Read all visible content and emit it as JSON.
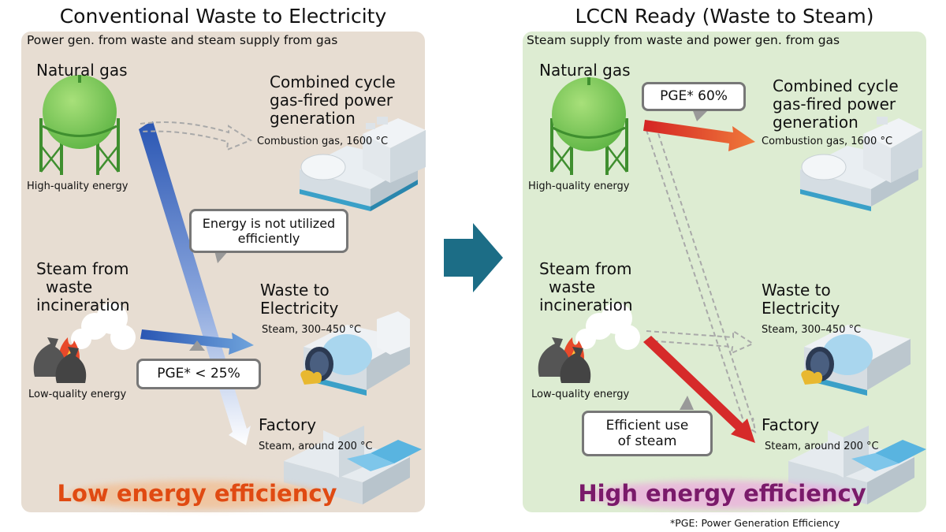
{
  "left": {
    "title": "Conventional Waste to Electricity",
    "subtitle": "Power gen. from waste and steam supply from gas",
    "natural_gas": "Natural gas",
    "high_quality": "High-quality energy",
    "ccgt_line1": "Combined cycle",
    "ccgt_line2": "gas-fired power",
    "ccgt_line3": "generation",
    "combustion_gas": "Combustion gas, 1600 °C",
    "callout_line1": "Energy is not utilized",
    "callout_line2": "efficiently",
    "steam_line1": "Steam from",
    "steam_line2": "waste",
    "steam_line3": "incineration",
    "low_quality": "Low-quality energy",
    "wte_line1": "Waste to",
    "wte_line2": "Electricity",
    "steam_temp": "Steam, 300–450 °C",
    "pge": "PGE* < 25%",
    "factory": "Factory",
    "factory_steam": "Steam, around 200 °C",
    "result": "Low energy efficiency"
  },
  "right": {
    "title": "LCCN Ready (Waste to Steam)",
    "subtitle": "Steam supply from waste and power gen. from gas",
    "natural_gas": "Natural gas",
    "pge": "PGE* 60%",
    "high_quality": "High-quality energy",
    "ccgt_line1": "Combined cycle",
    "ccgt_line2": "gas-fired power",
    "ccgt_line3": "generation",
    "combustion_gas": "Combustion gas, 1600 °C",
    "steam_line1": "Steam from",
    "steam_line2": "waste",
    "steam_line3": "incineration",
    "low_quality": "Low-quality energy",
    "wte_line1": "Waste to",
    "wte_line2": "Electricity",
    "steam_temp": "Steam, 300–450 °C",
    "callout_line1": "Efficient use",
    "callout_line2": "of steam",
    "factory": "Factory",
    "factory_steam": "Steam, around 200 °C",
    "result": "High energy efficiency"
  },
  "footnote": "*PGE: Power Generation Efficiency",
  "colors": {
    "left_panel": "#e7ddd2",
    "right_panel": "#ddecd2",
    "center_arrow": "#1c6d86",
    "blue_arrow": "#2a56b3",
    "red_arrow": "#d62a2a",
    "left_result_glow": "#f6b27a",
    "right_result_glow": "#f09be0"
  }
}
